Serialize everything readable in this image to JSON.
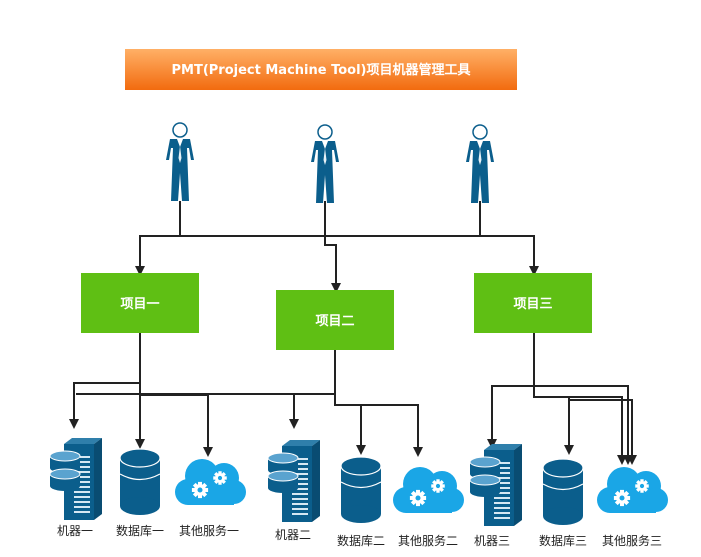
{
  "title": "PMT(Project Machine Tool)项目机器管理工具",
  "colors": {
    "title_gradient_top": "#ffb066",
    "title_gradient_bottom": "#f26b0f",
    "project_fill": "#5fbf14",
    "icon_blue": "#0b5e8c",
    "cloud_blue": "#1aa6e6",
    "line": "#222222"
  },
  "users": [
    {
      "icon": "person-icon"
    },
    {
      "icon": "person-icon"
    },
    {
      "icon": "person-icon"
    }
  ],
  "projects": [
    {
      "label": "项目一"
    },
    {
      "label": "项目二"
    },
    {
      "label": "项目三"
    }
  ],
  "resources": [
    {
      "label": "机器一",
      "icon": "server-icon"
    },
    {
      "label": "数据库一",
      "icon": "database-icon"
    },
    {
      "label": "其他服务一",
      "icon": "cloud-gear-icon"
    },
    {
      "label": "机器二",
      "icon": "server-icon"
    },
    {
      "label": "数据库二",
      "icon": "database-icon"
    },
    {
      "label": "其他服务二",
      "icon": "cloud-gear-icon"
    },
    {
      "label": "机器三",
      "icon": "server-icon"
    },
    {
      "label": "数据库三",
      "icon": "database-icon"
    },
    {
      "label": "其他服务三",
      "icon": "cloud-gear-icon"
    }
  ]
}
